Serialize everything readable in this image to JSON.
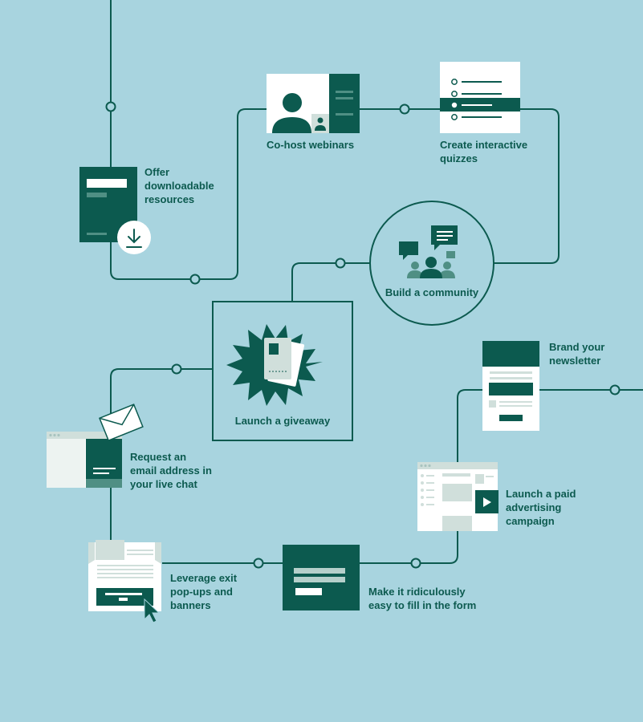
{
  "colors": {
    "background": "#a8d4df",
    "primary": "#0c5a4f",
    "light": "#ffffff",
    "muted": "#d0dfdb"
  },
  "nodes": {
    "offer_resources": {
      "label": "Offer\ndownloadable\nresources",
      "icon": "download-icon"
    },
    "cohost_webinars": {
      "label": "Co-host webinars",
      "icon": "person-icon"
    },
    "interactive_quizzes": {
      "label": "Create interactive\nquizzes",
      "icon": "checklist-icon"
    },
    "build_community": {
      "label": "Build a community",
      "icon": "people-chat-icon"
    },
    "launch_giveaway": {
      "label": "Launch a giveaway",
      "icon": "gift-card-icon"
    },
    "brand_newsletter": {
      "label": "Brand your\nnewsletter",
      "icon": "newsletter-icon"
    },
    "request_email": {
      "label": "Request an\nemail address in\nyour live chat",
      "icon": "envelope-icon"
    },
    "paid_advertising": {
      "label": "Launch a paid\nadvertising\ncampaign",
      "icon": "play-icon"
    },
    "exit_popups": {
      "label": "Leverage exit\npop-ups and\nbanners",
      "icon": "cursor-icon"
    },
    "easy_form": {
      "label": "Make it ridiculously\neasy to fill in the form",
      "icon": "form-icon"
    }
  }
}
